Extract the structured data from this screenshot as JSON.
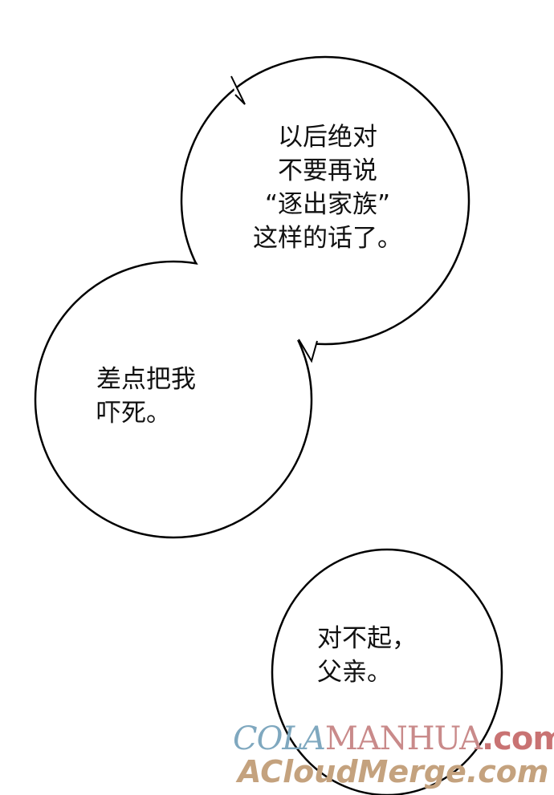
{
  "bubbles": [
    {
      "text": "以后绝对\n不要再说\n“逐出家族”\n这样的话了。"
    },
    {
      "text": "差点把我\n吓死。"
    },
    {
      "text": "对不起，\n父亲。"
    }
  ],
  "watermark": {
    "line1_a": "COLA",
    "line1_b": "MANHUA",
    "line1_c": ".com",
    "line2": "ACloudMerge.com"
  }
}
